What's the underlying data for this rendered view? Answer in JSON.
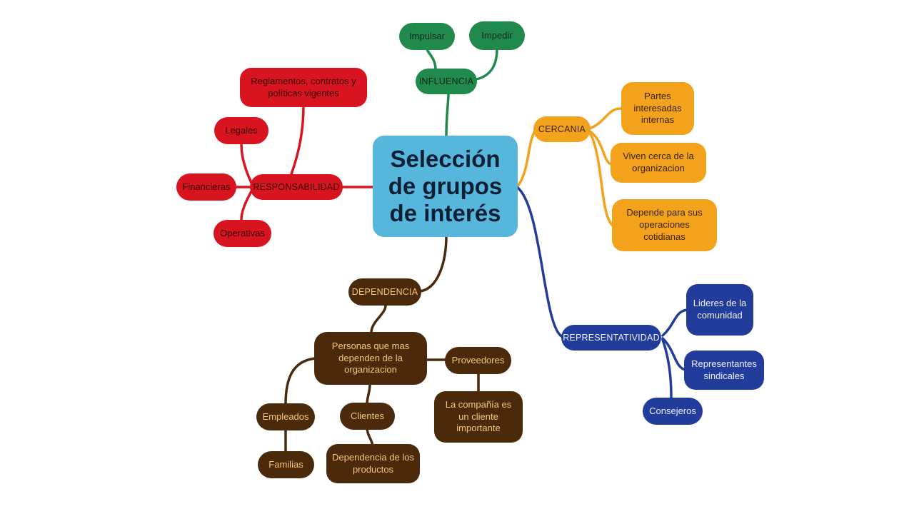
{
  "title": "Selección de grupos de interés",
  "colors": {
    "influence": "#1f8a4c",
    "responsibility": "#d7141f",
    "proximity": "#f2a21b",
    "representation": "#223c9c",
    "dependency": "#4a2a0a",
    "center": "#56b6dc"
  },
  "branches": {
    "influencia": {
      "label": "INFLUENCIA",
      "children": [
        "Impulsar",
        "Impedir"
      ]
    },
    "responsabilidad": {
      "label": "RESPONSABILIDAD",
      "children": [
        "Reglamentos, contratos y políticas vigentes",
        "Legales",
        "Financieras",
        "Operativas"
      ]
    },
    "cercania": {
      "label": "CERCANIA",
      "children": [
        "Partes interesadas internas",
        "Viven cerca de la organizacion",
        "Depende para sus operaciones cotidianas"
      ]
    },
    "representatividad": {
      "label": "REPRESENTATIVIDAD",
      "children": [
        "Lideres de la comunidad",
        "Representantes sindicales",
        "Consejeros"
      ]
    },
    "dependencia": {
      "label": "DEPENDENCIA",
      "personas": "Personas que mas dependen de la organizacion",
      "empleados": "Empleados",
      "familias": "Familias",
      "clientes": "Clientes",
      "dependencia_productos": "Dependencia de los productos",
      "proveedores": "Proveedores",
      "compania": "La compañía es un cliente importante"
    }
  }
}
